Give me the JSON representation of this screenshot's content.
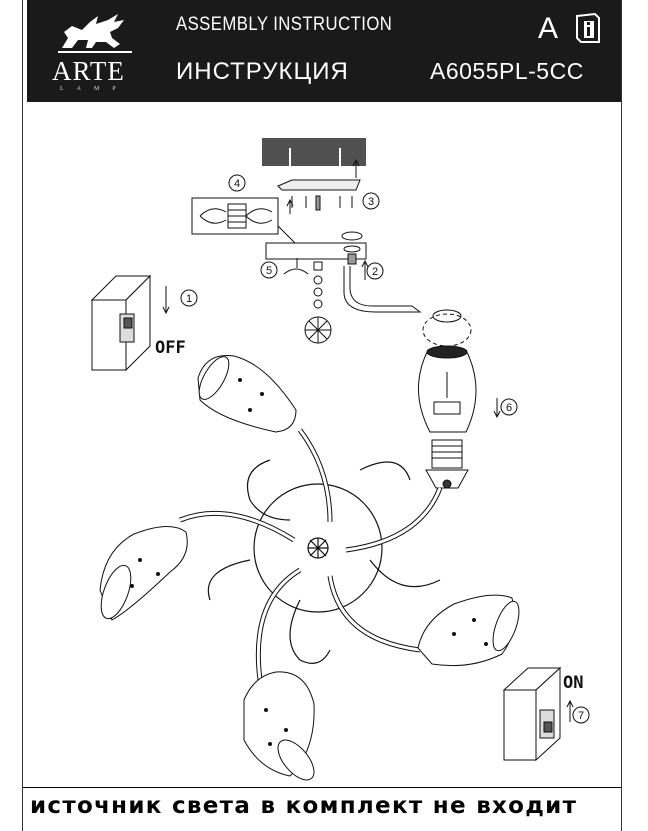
{
  "header": {
    "brand": "ARTE",
    "brand_sub": "LAMP",
    "title_en": "ASSEMBLY INSTRUCTION",
    "title_ru": "ИНСТРУКЦИЯ",
    "language_letter": "A",
    "model": "A6055PL-5CC"
  },
  "steps": {
    "s1": "1",
    "s2": "2",
    "s3": "3",
    "s4": "4",
    "s5": "5",
    "s6": "6",
    "s7": "7"
  },
  "switch_labels": {
    "off": "OFF",
    "on": "ON"
  },
  "footer": {
    "note": "источник света в комплект не входит"
  }
}
